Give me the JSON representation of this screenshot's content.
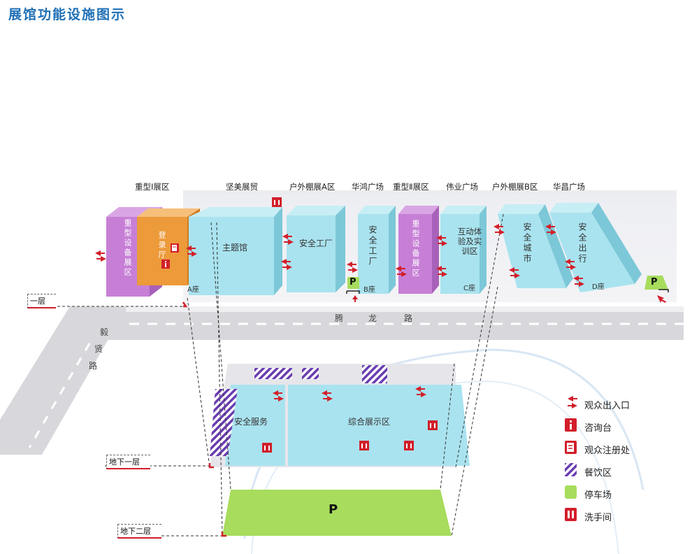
{
  "title": "展馆功能设施图示",
  "zones": {
    "heavy1": "重型Ⅰ展区",
    "jianmei": "坚美展贸",
    "outdoorA": "户外棚展A区",
    "huahong": "华鸿广场",
    "heavy2": "重型Ⅱ展区",
    "weiye": "伟业广场",
    "outdoorB": "户外棚展B区",
    "huachang": "华昌广场"
  },
  "halls": {
    "heavy_equipment": "重型设备展区",
    "heavy_equipment2": "重型设备展区",
    "registration": "登录厅",
    "theme": "主题馆",
    "safety_factory": "安全工厂",
    "safety_factory_v": "安全工厂",
    "interactive": "互动体验及实训区",
    "safe_city": "安全城市",
    "safe_travel": "安全出行",
    "safety_service": "安全服务",
    "general_exhibit": "综合展示区"
  },
  "blocks": {
    "a": "A座",
    "b": "B座",
    "c": "C座",
    "d": "D座"
  },
  "roads": {
    "tenglong": [
      "腾",
      "龙",
      "路"
    ],
    "yixian": [
      "毅",
      "贤",
      "路"
    ]
  },
  "floors": {
    "f1": "一层",
    "b1": "地下一层",
    "b2": "地下二层"
  },
  "parking_symbol": "P",
  "legend": [
    {
      "icon": "entrance-arrows-icon",
      "label": "观众出入口"
    },
    {
      "icon": "info-desk-icon",
      "label": "咨询台"
    },
    {
      "icon": "registration-icon",
      "label": "观众注册处"
    },
    {
      "icon": "dining-hatch-icon",
      "label": "餐饮区"
    },
    {
      "icon": "parking-icon",
      "label": "停车场"
    },
    {
      "icon": "restroom-icon",
      "label": "洗手间"
    }
  ],
  "colors": {
    "hall_blue": "#a9e3ef",
    "heavy_purple": "#c77fd6",
    "registration_orange": "#ec9a3a",
    "parking_green": "#a7dc5c",
    "accent_red": "#d21f2a",
    "dining_purple": "#6a3cb0",
    "title_blue": "#1f6fb5"
  }
}
